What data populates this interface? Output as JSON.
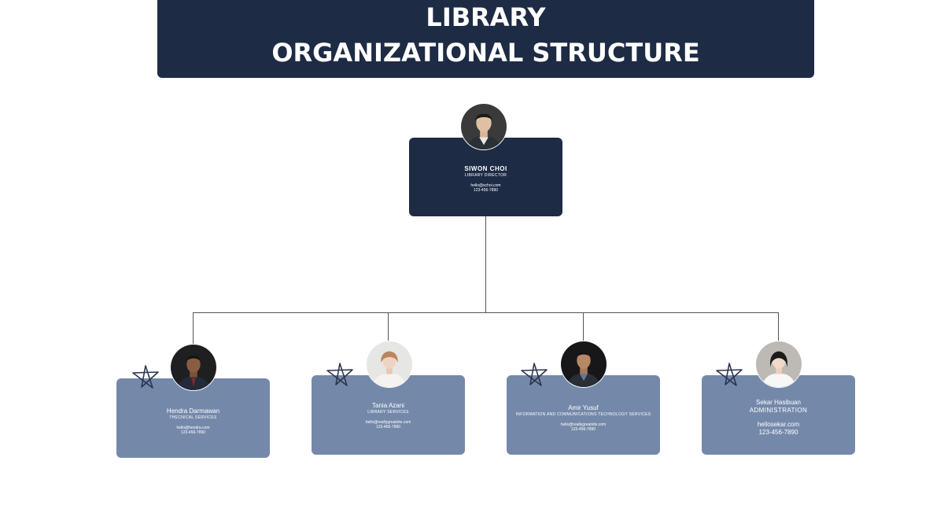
{
  "header": {
    "title_line1": "LIBRARY",
    "title_line2": "ORGANIZATIONAL STRUCTURE"
  },
  "colors": {
    "navy": "#1e2b45",
    "staff_card": "#7489aa",
    "connector": "#555555"
  },
  "director": {
    "name": "SIWON CHOI",
    "role": "LIBRARY DIRECTOR",
    "email": "hello@schoi.com",
    "phone": "123-456-7890",
    "avatar": "person-photo"
  },
  "staff": [
    {
      "name": "Hendra Darmawan",
      "role": "THECNICAL SERVICES",
      "email": "hello@hendra.com",
      "phone": "123-456-7890",
      "avatar": "person-photo",
      "decoration": "star-doodle-icon"
    },
    {
      "name": "Tania Azani",
      "role": "LIBRARY SERVICES",
      "email": "hello@reallygreatsite.com",
      "phone": "123-456-7890",
      "avatar": "person-photo",
      "decoration": "star-doodle-icon"
    },
    {
      "name": "Amir Yusuf",
      "role": "INFORMATION AND COMMUNICATIONS TECHNOLOGY SERVICES",
      "email": "hello@reallygreatsite.com",
      "phone": "123-456-7890",
      "avatar": "person-photo",
      "decoration": "star-doodle-icon"
    },
    {
      "name": "Sekar Hasibuan",
      "role": "ADMINISTRATION",
      "email": "hellosekar.com",
      "phone": "123-456-7890",
      "avatar": "person-photo",
      "decoration": "star-doodle-icon"
    }
  ]
}
